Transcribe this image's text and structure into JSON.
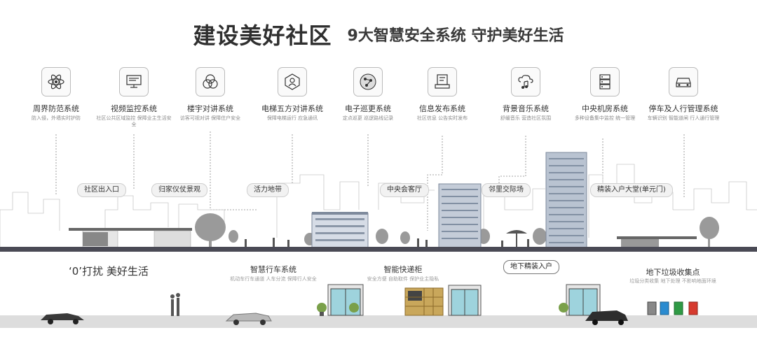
{
  "title": {
    "main": "建设美好社区",
    "sub": "9大智慧安全系统  守护美好生活"
  },
  "systems": [
    {
      "name": "周界防范系统",
      "desc": "防入侵，外墙实时护防"
    },
    {
      "name": "视频监控系统",
      "desc": "社区公共区域监控 保障业主生活安全"
    },
    {
      "name": "楼宇对讲系统",
      "desc": "访客可视对讲 保障住户安全"
    },
    {
      "name": "电梯五方对讲系统",
      "desc": "保障电梯运行 应急通讯"
    },
    {
      "name": "电子巡更系统",
      "desc": "定点巡更 巡逻路线记录"
    },
    {
      "name": "信息发布系统",
      "desc": "社区信息 公告实时发布"
    },
    {
      "name": "背景音乐系统",
      "desc": "舒缓音乐 营造社区氛围"
    },
    {
      "name": "中央机房系统",
      "desc": "多种设备集中监控 统一管理"
    },
    {
      "name": "停车及人行管理系统",
      "desc": "车辆识别 智能道闸 行人通行管理"
    }
  ],
  "ground_labels": [
    "社区出入口",
    "归家仪仗景观",
    "活力地带",
    "中央会客厅",
    "邻里交际场",
    "精装入户大堂(单元门)"
  ],
  "underground": {
    "slogan": "‘0’打扰  美好生活",
    "smart_parking": {
      "title": "智慧行车系统",
      "desc": "机动车行车通道 人车分流 保障行人安全"
    },
    "smart_locker": {
      "title": "智能快递柜",
      "desc": "安全方便 自助取件 保护业主隐私"
    },
    "basement_entry": "地下精装入户",
    "garbage": {
      "title": "地下垃圾收集点",
      "desc": "垃圾分类收集 地下处理 不影响地面环境"
    }
  },
  "icons": [
    "atom-icon",
    "monitor-camera-icon",
    "venn-circles-icon",
    "network-person-icon",
    "patrol-nodes-icon",
    "info-screen-icon",
    "cloud-music-icon",
    "server-rack-icon",
    "car-front-icon"
  ],
  "colors": {
    "ground": "#4a4a55",
    "building": "#8a95a6",
    "skyline": "#cccccc"
  }
}
